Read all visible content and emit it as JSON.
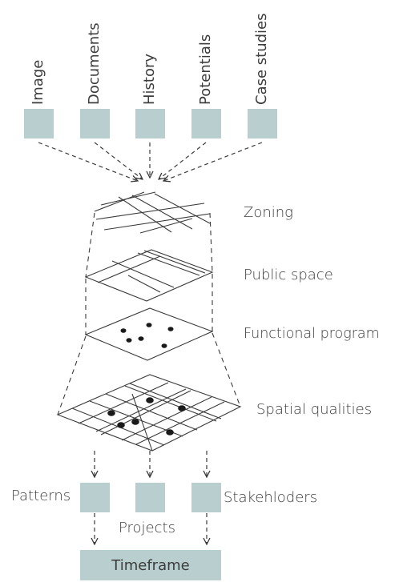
{
  "inputs": {
    "image": "Image",
    "documents": "Documents",
    "history": "History",
    "potentials": "Potentials",
    "case_studies": "Case studies"
  },
  "layers": {
    "zoning": "Zoning",
    "public_space": "Public space",
    "functional_program": "Functional program",
    "spatial_qualities": "Spatial qualities"
  },
  "outputs": {
    "patterns": "Patterns",
    "projects": "Projects",
    "stakeholders": "Stakehloders",
    "timeframe": "Timeframe"
  },
  "colors": {
    "box_fill": "#b9cfcf",
    "line": "#3a3a3a"
  }
}
